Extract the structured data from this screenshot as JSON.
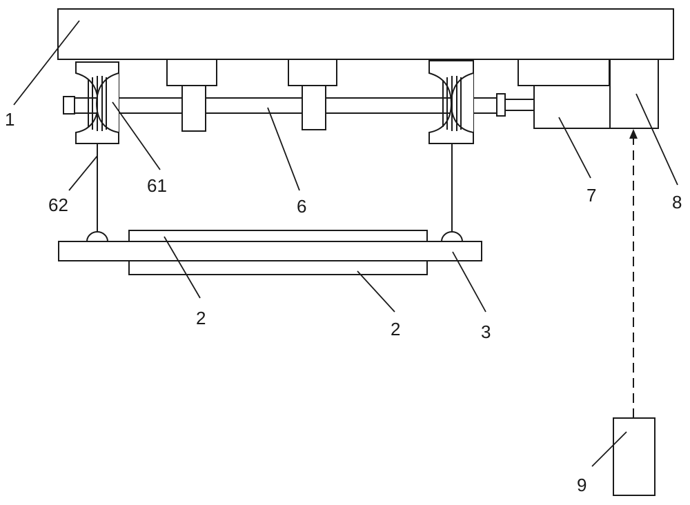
{
  "labels": {
    "l1": "1",
    "l2a": "2",
    "l2b": "2",
    "l3": "3",
    "l6": "6",
    "l7": "7",
    "l8": "8",
    "l9": "9",
    "l61": "61",
    "l62": "62"
  }
}
